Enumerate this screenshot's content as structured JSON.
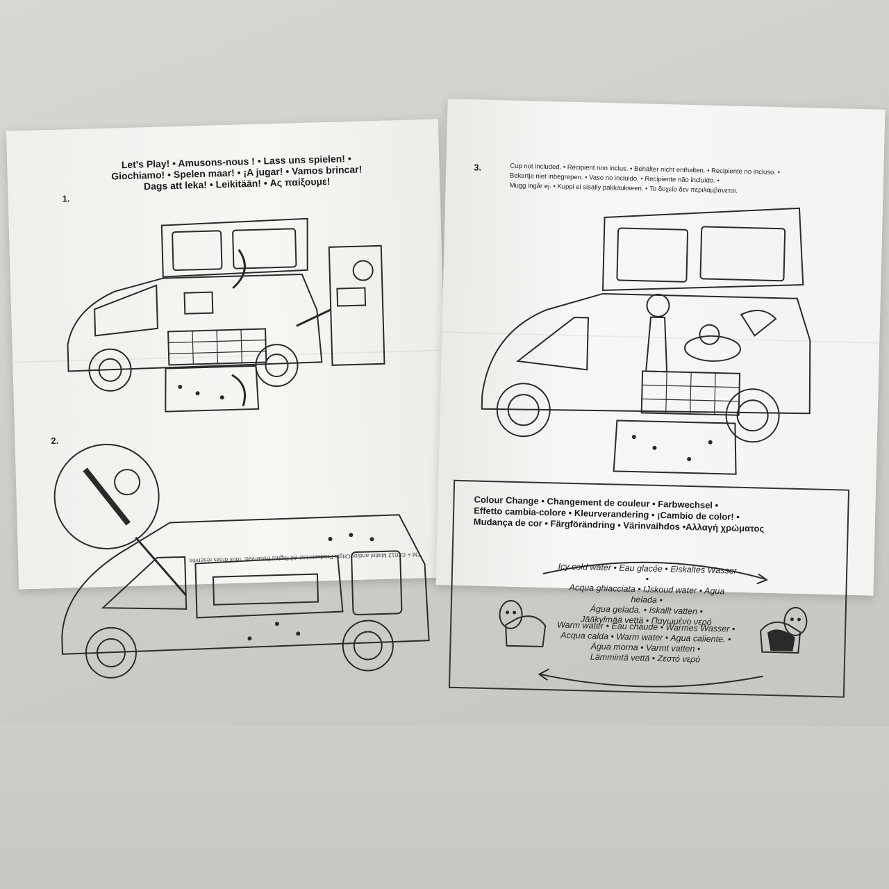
{
  "left_page": {
    "step1_number": "1.",
    "step2_number": "2.",
    "lets_play_lines": [
      "Let's Play! • Amusons-nous ! • Lass uns spielen! •",
      "Giochiamo! • Spelen maar! • ¡A jugar! • Vamos brincar!",
      "Dags att leka! • Leikitään! • Ας παίξουμε!"
    ],
    "copyright_lines": [
      "TM + ©2012 Mattel and/or Origin Products Ltd. All Rights Reserved. Tous droits réservés"
    ]
  },
  "right_page": {
    "step3_number": "3.",
    "cup_note_lines": [
      "Cup not included. • Récipient non inclus. • Behälter nicht enthalten. • Recipiente no incluso. •",
      "Bekertje niet inbegrepen. • Vaso no incluido. • Recipiente não incluído. •",
      "Mugg ingår ej. • Kuppi ei sisälly pakkaukseen. • Το δοχείο δεν περιλαμβάνεται."
    ],
    "colour_change_lines": [
      "Colour Change • Changement de couleur • Farbwechsel •",
      "Effetto cambia-colore • Kleurverandering • ¡Cambio de color! •",
      "Mudança de cor • Färgförändring • Värinvaihdos •Αλλαγή χρώματος"
    ],
    "icy_lines": [
      "Icy cold water • Eau glacée • Eiskaltes Wasser •",
      "Acqua ghiacciata • IJskoud water • Agua helada •",
      "Água gelada. • Iskallt vatten •",
      "Jääkylmää vettä • Παγωμένο νερό"
    ],
    "warm_lines": [
      "Warm water • Eau chaude • Warmes Wasser •",
      "Acqua calda • Warm water • Agua caliente. •",
      "Água morna • Varmt vatten •",
      "Lämmintä vettä • Ζεστό νερό"
    ]
  }
}
